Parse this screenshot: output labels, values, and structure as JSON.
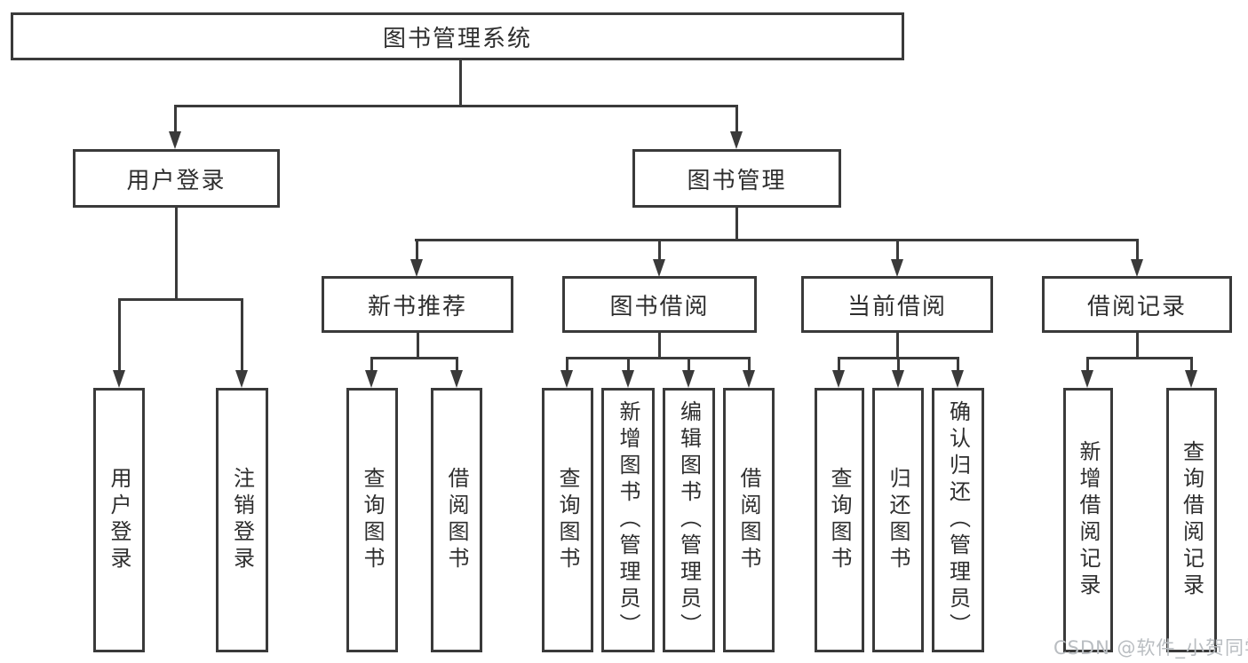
{
  "diagram": {
    "type": "hierarchy-tree",
    "title": "图书管理系统"
  },
  "tree": {
    "root": {
      "label": "图书管理系统"
    },
    "user_login": {
      "label": "用户登录",
      "children": [
        "用户登录",
        "注销登录"
      ]
    },
    "book_mgmt": {
      "label": "图书管理",
      "sections": {
        "new_book_rec": {
          "label": "新书推荐",
          "children": [
            "查询图书",
            "借阅图书"
          ]
        },
        "book_borrow": {
          "label": "图书借阅",
          "children": [
            "查询图书",
            "新增图书（管理员）",
            "编辑图书（管理员）",
            "借阅图书"
          ]
        },
        "current_borrow": {
          "label": "当前借阅",
          "children": [
            "查询图书",
            "归还图书",
            "确认归还（管理员）"
          ]
        },
        "borrow_record": {
          "label": "借阅记录",
          "children": [
            "新增借阅记录",
            "查询借阅记录"
          ]
        }
      }
    }
  },
  "watermark": {
    "text": "CSDN @软件_小贺同学"
  },
  "colors": {
    "line": "#3a3a3a",
    "text": "#2e2e2e",
    "background": "#ffffff",
    "watermark": "#b9bdc1"
  }
}
